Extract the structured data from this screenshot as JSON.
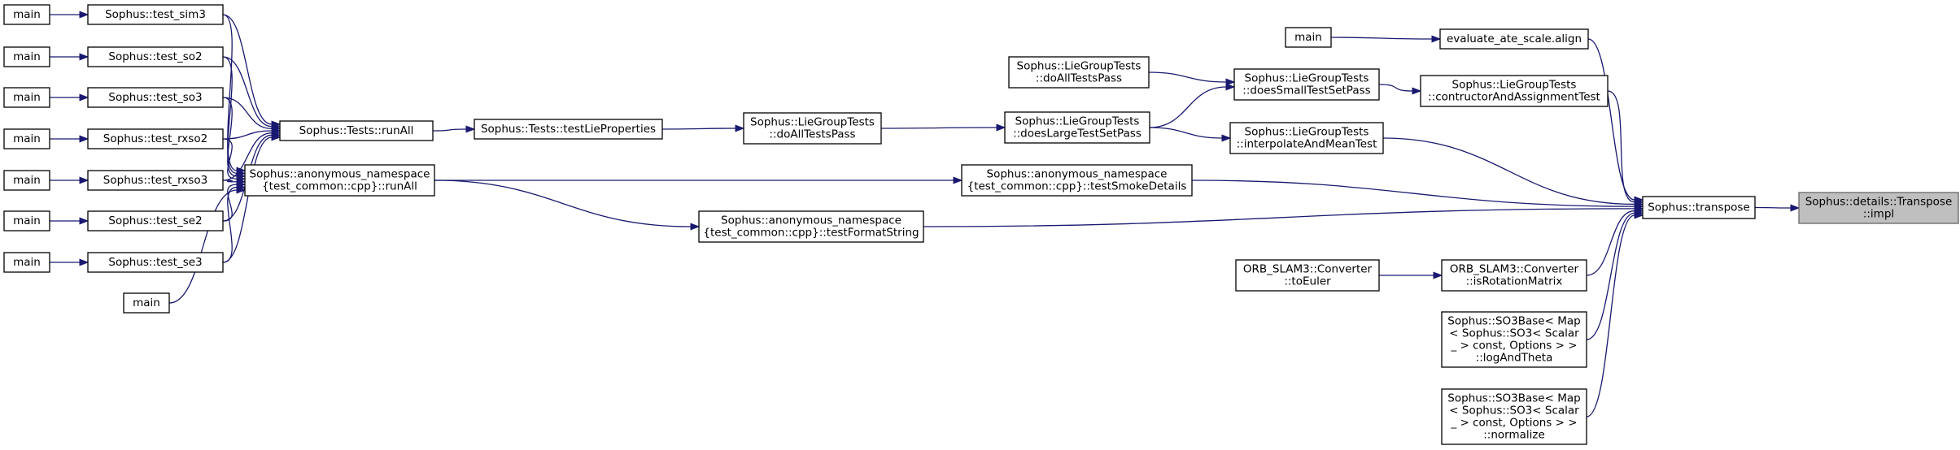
{
  "graph": {
    "nodes": {
      "impl": {
        "lines": [
          "Sophus::details::Transpose",
          "::impl"
        ],
        "highlight": true
      },
      "transpose": {
        "lines": [
          "Sophus::transpose"
        ]
      },
      "evaluate_align": {
        "lines": [
          "evaluate_ate_scale.align"
        ]
      },
      "main_eval": {
        "lines": [
          "main"
        ]
      },
      "ctor_assign": {
        "lines": [
          "Sophus::LieGroupTests",
          "::contructorAndAssignmentTest"
        ]
      },
      "small_pass": {
        "lines": [
          "Sophus::LieGroupTests",
          "::doesSmallTestSetPass"
        ]
      },
      "do_all_left": {
        "lines": [
          "Sophus::LieGroupTests",
          "::doAllTestsPass"
        ]
      },
      "large_pass": {
        "lines": [
          "Sophus::LieGroupTests",
          "::doesLargeTestSetPass"
        ]
      },
      "do_all_mid": {
        "lines": [
          "Sophus::LieGroupTests",
          "::doAllTestsPass"
        ]
      },
      "test_lie": {
        "lines": [
          "Sophus::Tests::testLieProperties"
        ]
      },
      "tests_runall": {
        "lines": [
          "Sophus::Tests::runAll"
        ]
      },
      "interp": {
        "lines": [
          "Sophus::LieGroupTests",
          "::interpolateAndMeanTest"
        ]
      },
      "smoke": {
        "lines": [
          "Sophus::anonymous_namespace",
          "{test_common::cpp}::testSmokeDetails"
        ]
      },
      "anon_runall": {
        "lines": [
          "Sophus::anonymous_namespace",
          "{test_common::cpp}::runAll"
        ]
      },
      "format": {
        "lines": [
          "Sophus::anonymous_namespace",
          "{test_common::cpp}::testFormatString"
        ]
      },
      "is_rot": {
        "lines": [
          "ORB_SLAM3::Converter",
          "::isRotationMatrix"
        ]
      },
      "to_euler": {
        "lines": [
          "ORB_SLAM3::Converter",
          "::toEuler"
        ]
      },
      "log_theta": {
        "lines": [
          "Sophus::SO3Base< Map",
          "< Sophus::SO3< Scalar",
          "_ > const, Options > >",
          "::logAndTheta"
        ]
      },
      "normalize": {
        "lines": [
          "Sophus::SO3Base< Map",
          "< Sophus::SO3< Scalar",
          "_ > const, Options > >",
          "::normalize"
        ]
      },
      "test_sim3": {
        "lines": [
          "Sophus::test_sim3"
        ]
      },
      "test_so2": {
        "lines": [
          "Sophus::test_so2"
        ]
      },
      "test_so3": {
        "lines": [
          "Sophus::test_so3"
        ]
      },
      "test_rxso2": {
        "lines": [
          "Sophus::test_rxso2"
        ]
      },
      "test_rxso3": {
        "lines": [
          "Sophus::test_rxso3"
        ]
      },
      "test_se2": {
        "lines": [
          "Sophus::test_se2"
        ]
      },
      "test_se3": {
        "lines": [
          "Sophus::test_se3"
        ]
      },
      "main_sim3": {
        "lines": [
          "main"
        ]
      },
      "main_so2": {
        "lines": [
          "main"
        ]
      },
      "main_so3": {
        "lines": [
          "main"
        ]
      },
      "main_rxso2": {
        "lines": [
          "main"
        ]
      },
      "main_rxso3": {
        "lines": [
          "main"
        ]
      },
      "main_se2": {
        "lines": [
          "main"
        ]
      },
      "main_se3": {
        "lines": [
          "main"
        ]
      },
      "main_runall": {
        "lines": [
          "main"
        ]
      }
    },
    "edges": [
      [
        "transpose",
        "impl"
      ],
      [
        "evaluate_align",
        "transpose"
      ],
      [
        "ctor_assign",
        "transpose"
      ],
      [
        "interp",
        "transpose"
      ],
      [
        "smoke",
        "transpose"
      ],
      [
        "format",
        "transpose"
      ],
      [
        "is_rot",
        "transpose"
      ],
      [
        "log_theta",
        "transpose"
      ],
      [
        "normalize",
        "transpose"
      ],
      [
        "main_eval",
        "evaluate_align"
      ],
      [
        "small_pass",
        "ctor_assign"
      ],
      [
        "do_all_left",
        "small_pass"
      ],
      [
        "large_pass",
        "small_pass"
      ],
      [
        "large_pass",
        "interp"
      ],
      [
        "do_all_mid",
        "large_pass"
      ],
      [
        "test_lie",
        "do_all_mid"
      ],
      [
        "tests_runall",
        "test_lie"
      ],
      [
        "anon_runall",
        "smoke"
      ],
      [
        "anon_runall",
        "format"
      ],
      [
        "to_euler",
        "is_rot"
      ],
      [
        "test_sim3",
        "tests_runall"
      ],
      [
        "test_so2",
        "tests_runall"
      ],
      [
        "test_so3",
        "tests_runall"
      ],
      [
        "test_rxso2",
        "tests_runall"
      ],
      [
        "test_rxso3",
        "tests_runall"
      ],
      [
        "test_se2",
        "tests_runall"
      ],
      [
        "test_se3",
        "tests_runall"
      ],
      [
        "test_sim3",
        "anon_runall"
      ],
      [
        "test_so2",
        "anon_runall"
      ],
      [
        "test_so3",
        "anon_runall"
      ],
      [
        "test_rxso2",
        "anon_runall"
      ],
      [
        "test_rxso3",
        "anon_runall"
      ],
      [
        "test_se2",
        "anon_runall"
      ],
      [
        "test_se3",
        "anon_runall"
      ],
      [
        "main_runall",
        "anon_runall"
      ],
      [
        "main_sim3",
        "test_sim3"
      ],
      [
        "main_so2",
        "test_so2"
      ],
      [
        "main_so3",
        "test_so3"
      ],
      [
        "main_rxso2",
        "test_rxso2"
      ],
      [
        "main_rxso3",
        "test_rxso3"
      ],
      [
        "main_se2",
        "test_se2"
      ],
      [
        "main_se3",
        "test_se3"
      ]
    ]
  }
}
